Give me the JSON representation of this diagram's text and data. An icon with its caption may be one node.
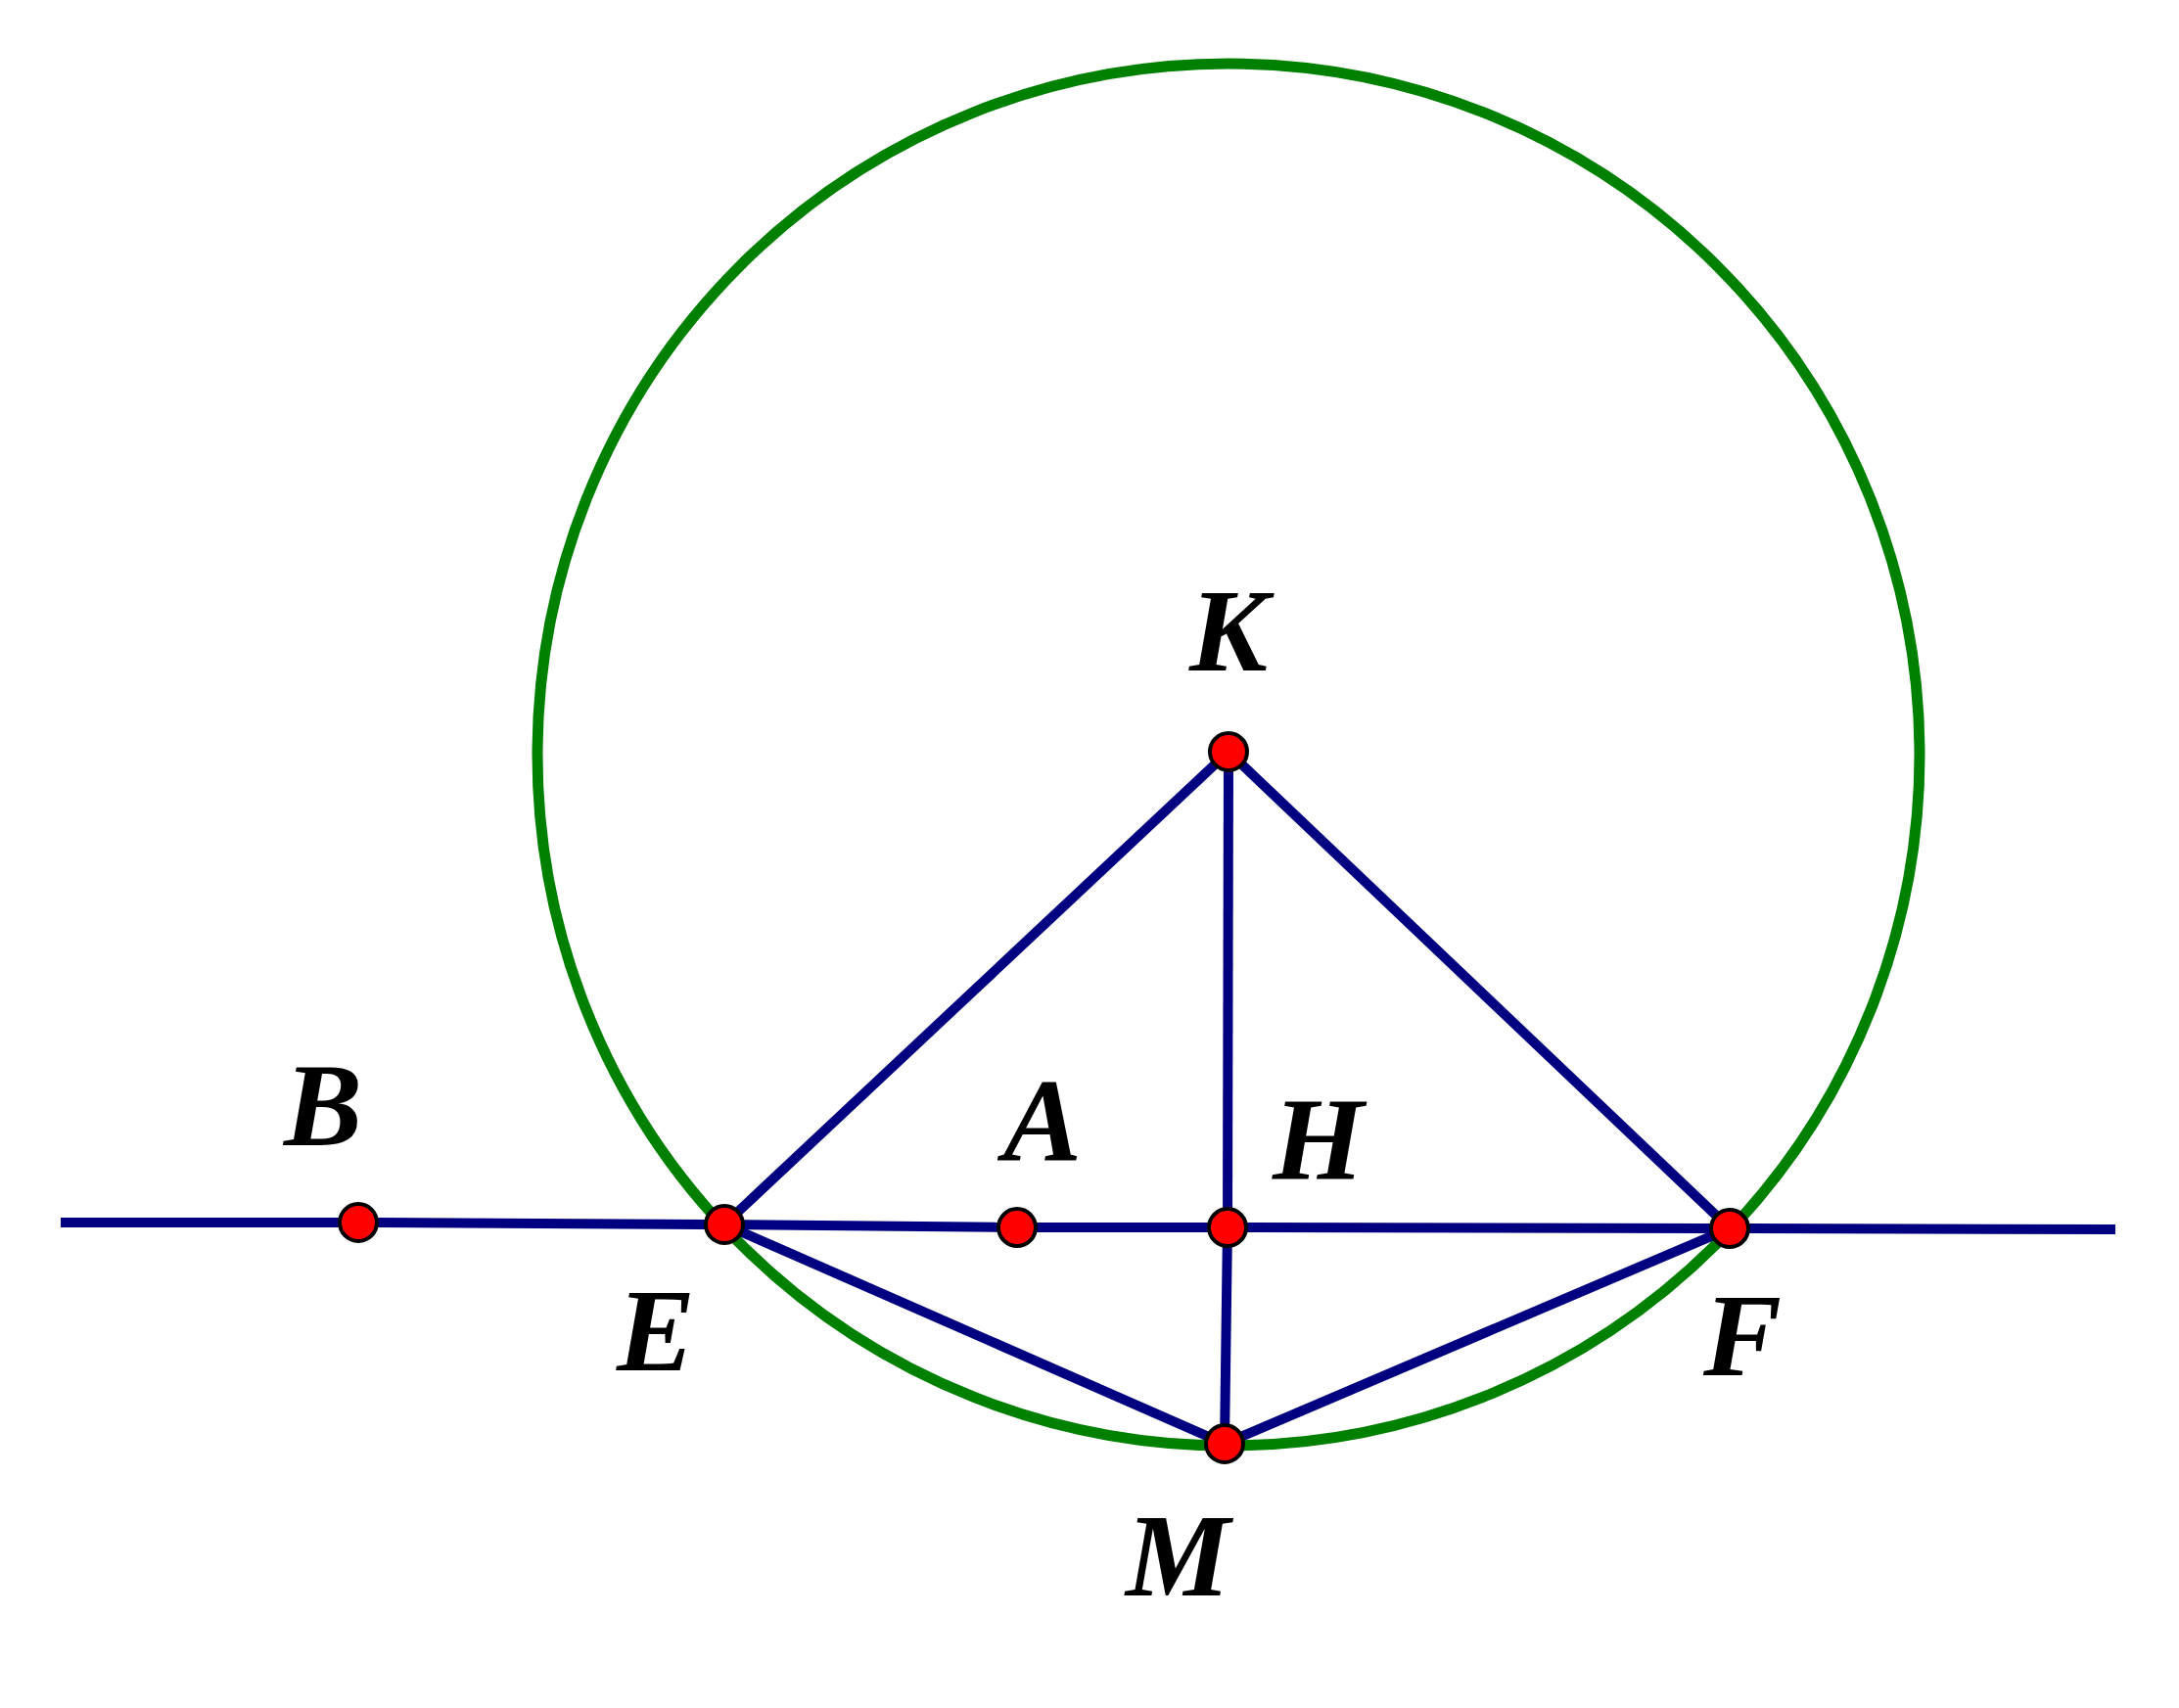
{
  "diagram": {
    "nodes": [
      {
        "text": [
          "K"
        ]
      },
      {
        "text": [
          "B"
        ]
      },
      {
        "text": [
          "A"
        ]
      },
      {
        "text": [
          "H"
        ]
      },
      {
        "text": [
          "E"
        ]
      },
      {
        "text": [
          "F"
        ]
      },
      {
        "text": [
          "M"
        ]
      }
    ],
    "edges": [
      {
        "from": null,
        "to": 1,
        "arrow": "none"
      },
      {
        "from": 1,
        "to": 4,
        "arrow": "none"
      },
      {
        "from": 4,
        "to": 2,
        "arrow": "none"
      },
      {
        "from": 2,
        "to": 3,
        "arrow": "none"
      },
      {
        "from": 3,
        "to": 5,
        "arrow": "none"
      },
      {
        "from": 5,
        "to": null,
        "arrow": "none"
      },
      {
        "from": 4,
        "to": 0,
        "arrow": "none"
      },
      {
        "from": 0,
        "to": 5,
        "arrow": "none"
      },
      {
        "from": 0,
        "to": 3,
        "arrow": "none"
      },
      {
        "from": 3,
        "to": 6,
        "arrow": "none"
      },
      {
        "from": 4,
        "to": 6,
        "arrow": "none"
      },
      {
        "from": 6,
        "to": 5,
        "arrow": "none"
      }
    ]
  }
}
